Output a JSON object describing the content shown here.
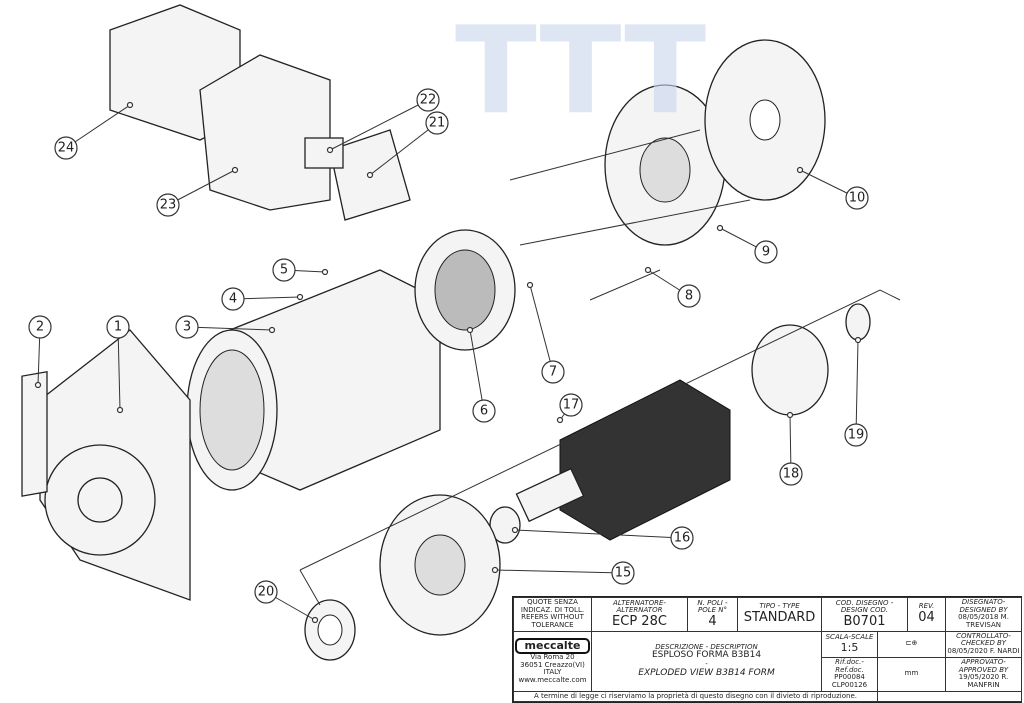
{
  "callouts": [
    "1",
    "2",
    "3",
    "4",
    "5",
    "6",
    "7",
    "8",
    "9",
    "10",
    "15",
    "16",
    "17",
    "18",
    "19",
    "20",
    "21",
    "22",
    "23",
    "24"
  ],
  "title_block": {
    "tolerance": "QUOTE SENZA INDICAZ. DI TOLL. REFERS WITHOUT TOLERANCE",
    "alternator_label": "ALTERNATORE-ALTERNATOR",
    "alternator": "ECP 28C",
    "poles_label": "N. POLI - POLE N°",
    "poles": "4",
    "type_label": "TIPO - TYPE",
    "type": "STANDARD",
    "design_code_label": "COD. DISEGNO - DESIGN COD.",
    "design_code": "B0701",
    "rev_label": "REV.",
    "rev": "04",
    "designed_label": "DISEGNATO-DESIGNED BY",
    "designed": "08/05/2018 M. TREVISAN",
    "logo": "meccalte",
    "address": "Via Roma 20",
    "city": "36051 Creazzo(VI) ITALY",
    "web": "www.meccalte.com",
    "description_label": "DESCRIZIONE - DESCRIPTION",
    "description_it": "ESPLOSO FORMA B3B14",
    "description_en": "EXPLODED VIEW B3B14 FORM",
    "dash": "-",
    "scale_label": "SCALA-SCALE",
    "scale": "1:5",
    "unit": "mm",
    "checked_label": "CONTROLLATO-CHECKED BY",
    "checked": "08/05/2020 F. NARDI",
    "refdoc_label": "Rif.doc.- Ref.doc.",
    "refdoc1": "PP00084",
    "refdoc2": "CLP00126",
    "approved_label": "APPROVATO-APPROVED BY",
    "approved": "19/05/2020 R. MANFRIN",
    "copyright": "A termine di legge ci riserviamo la proprietà di questo disegno con il divieto di riproduzione."
  }
}
